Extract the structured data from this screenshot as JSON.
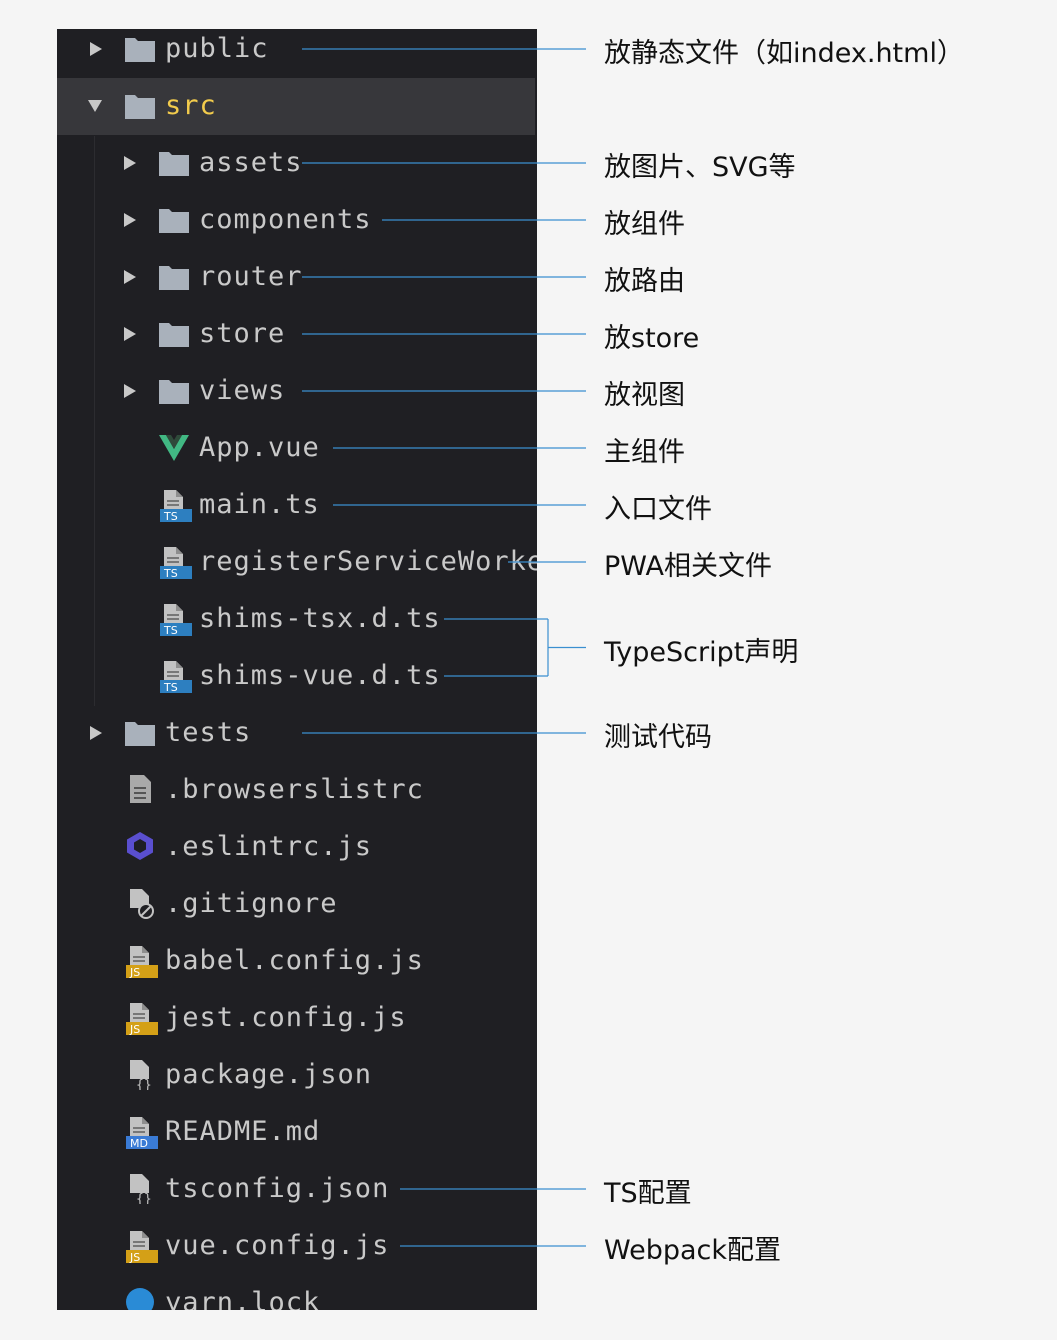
{
  "colors": {
    "panel_bg": "#1f1f23",
    "selected_bg": "#37373b",
    "folder_icon": "#a9b1bb",
    "active_folder_text": "#f2cb4c",
    "text": "#c9c9c9",
    "vue_green": "#41b883",
    "ts_blue": "#2d7fc0",
    "js_yellow": "#d4a017",
    "md_blue": "#3a7bd5",
    "eslint_purple": "#5a4fcf",
    "yarn_blue": "#2a8bd6",
    "annotation_line": "#3a8fd0",
    "page_bg": "#f5f5f5"
  },
  "tree": [
    {
      "name": "public",
      "type": "folder",
      "icon": "folder-icon",
      "expanded": false
    },
    {
      "name": "src",
      "type": "folder",
      "icon": "folder-icon",
      "expanded": true,
      "selected": true
    },
    {
      "name": "assets",
      "type": "folder",
      "icon": "folder-icon",
      "expanded": false
    },
    {
      "name": "components",
      "type": "folder",
      "icon": "folder-icon",
      "expanded": false
    },
    {
      "name": "router",
      "type": "folder",
      "icon": "folder-icon",
      "expanded": false
    },
    {
      "name": "store",
      "type": "folder",
      "icon": "folder-icon",
      "expanded": false
    },
    {
      "name": "views",
      "type": "folder",
      "icon": "folder-icon",
      "expanded": false
    },
    {
      "name": "App.vue",
      "type": "file",
      "icon": "vue-icon"
    },
    {
      "name": "main.ts",
      "type": "file",
      "icon": "ts-file-icon",
      "badge": "TS"
    },
    {
      "name": "registerServiceWorker.ts",
      "type": "file",
      "icon": "ts-file-icon",
      "badge": "TS"
    },
    {
      "name": "shims-tsx.d.ts",
      "type": "file",
      "icon": "ts-file-icon",
      "badge": "TS"
    },
    {
      "name": "shims-vue.d.ts",
      "type": "file",
      "icon": "ts-file-icon",
      "badge": "TS"
    },
    {
      "name": "tests",
      "type": "folder",
      "icon": "folder-icon",
      "expanded": false
    },
    {
      "name": ".browserslistrc",
      "type": "file",
      "icon": "text-file-icon"
    },
    {
      "name": ".eslintrc.js",
      "type": "file",
      "icon": "eslint-icon"
    },
    {
      "name": ".gitignore",
      "type": "file",
      "icon": "gitignore-icon"
    },
    {
      "name": "babel.config.js",
      "type": "file",
      "icon": "js-file-icon",
      "badge": "JS"
    },
    {
      "name": "jest.config.js",
      "type": "file",
      "icon": "js-file-icon",
      "badge": "JS"
    },
    {
      "name": "package.json",
      "type": "file",
      "icon": "json-file-icon"
    },
    {
      "name": "README.md",
      "type": "file",
      "icon": "md-file-icon",
      "badge": "MD"
    },
    {
      "name": "tsconfig.json",
      "type": "file",
      "icon": "json-file-icon"
    },
    {
      "name": "vue.config.js",
      "type": "file",
      "icon": "js-file-icon",
      "badge": "JS"
    },
    {
      "name": "yarn.lock",
      "type": "file",
      "icon": "yarn-icon"
    }
  ],
  "annotations": [
    {
      "label": "放静态文件（如index.html）",
      "target": "public"
    },
    {
      "label": "放图片、SVG等",
      "target": "assets"
    },
    {
      "label": "放组件",
      "target": "components"
    },
    {
      "label": "放路由",
      "target": "router"
    },
    {
      "label": "放store",
      "target": "store"
    },
    {
      "label": "放视图",
      "target": "views"
    },
    {
      "label": "主组件",
      "target": "App.vue"
    },
    {
      "label": "入口文件",
      "target": "main.ts"
    },
    {
      "label": "PWA相关文件",
      "target": "registerServiceWorker.ts"
    },
    {
      "label": "TypeScript声明",
      "target": [
        "shims-tsx.d.ts",
        "shims-vue.d.ts"
      ]
    },
    {
      "label": "测试代码",
      "target": "tests"
    },
    {
      "label": "TS配置",
      "target": "tsconfig.json"
    },
    {
      "label": "Webpack配置",
      "target": "vue.config.js"
    }
  ]
}
